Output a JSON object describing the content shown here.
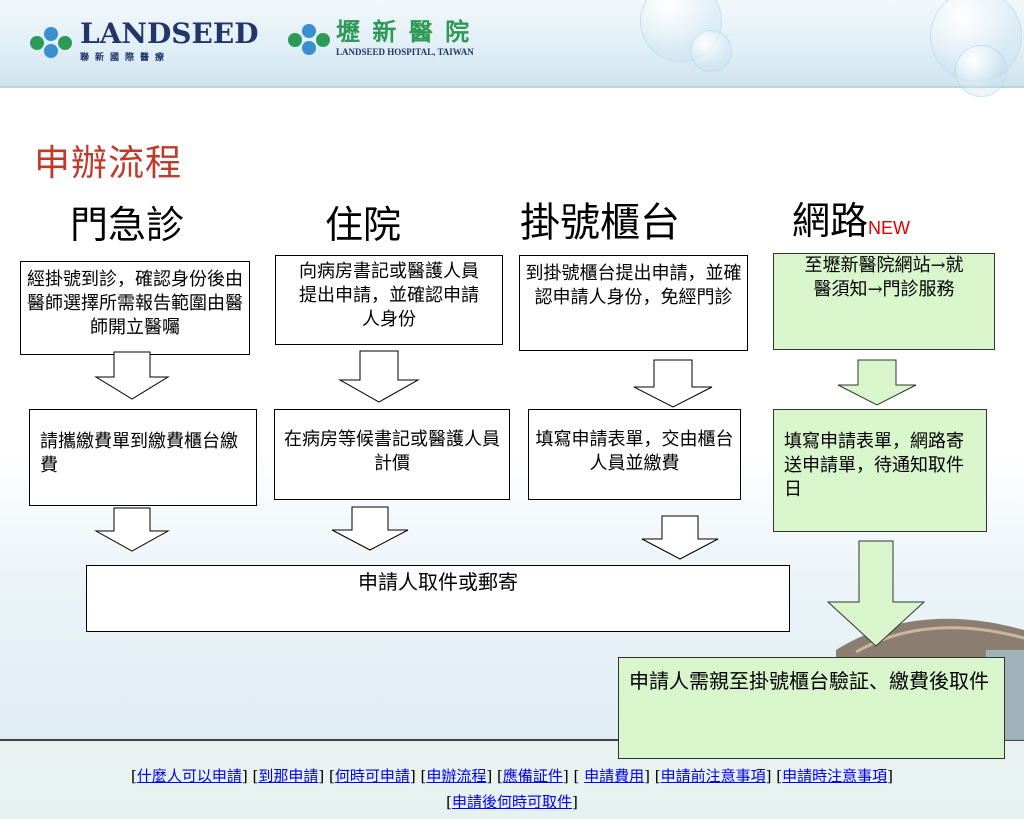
{
  "header": {
    "logo1": {
      "main": "LANDSEED",
      "sub": "聯新國際醫療"
    },
    "logo2": {
      "main": "壢 新 醫 院",
      "sub": "LANDSEED HOSPITAL, TAIWAN"
    }
  },
  "title": "申辦流程",
  "columns": [
    {
      "head": "門急診"
    },
    {
      "head": "住院"
    },
    {
      "head": "掛號櫃台"
    },
    {
      "head": "網路",
      "badge": "NEW"
    }
  ],
  "boxes": {
    "opd1": "經掛號到診，確認身份後由醫師選擇所需報告範圍由醫師開立醫囑",
    "ipd1": "向病房書記或醫護人員提出申請，並確認申請人身份",
    "counter1": "到掛號櫃台提出申請，並確認申請人身份，免經門診",
    "web1": "至壢新醫院網站→就醫須知→門診服務",
    "opd2": "請攜繳費單到繳費櫃台繳費",
    "ipd2": "在病房等候書記或醫護人員計價",
    "counter2": "填寫申請表單，交由櫃台人員並繳費",
    "web2": "填寫申請表單，網路寄送申請單，待通知取件日",
    "pickup": "申請人取件或郵寄",
    "web3": "申請人需親至掛號櫃台驗証、繳費後取件"
  },
  "footer": {
    "links": [
      "什麼人可以申請",
      "到那申請",
      "何時可申請",
      "申辦流程",
      "應備証件",
      "申請費用",
      "申請前注意事項",
      "申請時注意事項",
      "申請後何時可取件"
    ]
  },
  "colors": {
    "title": "#c0392b",
    "green_box": "#d8f5cc",
    "logo_navy": "#22366a",
    "logo_blue": "#3a8fd1",
    "logo_green": "#2e9a58"
  }
}
